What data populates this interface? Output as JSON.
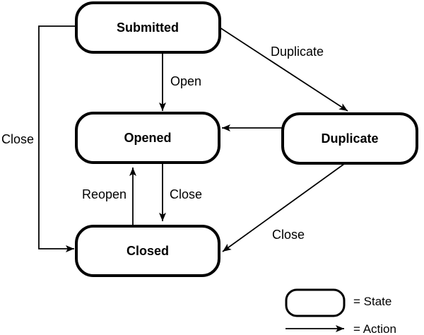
{
  "diagram": {
    "type": "state-transition-diagram",
    "nodes": {
      "submitted": {
        "label": "Submitted"
      },
      "opened": {
        "label": "Opened"
      },
      "duplicate": {
        "label": "Duplicate"
      },
      "closed": {
        "label": "Closed"
      }
    },
    "edges": {
      "close_left": {
        "label": "Close",
        "from": "Submitted",
        "to": "Closed"
      },
      "open": {
        "label": "Open",
        "from": "Submitted",
        "to": "Opened"
      },
      "duplicate": {
        "label": "Duplicate",
        "from": "Submitted",
        "to": "Duplicate"
      },
      "dup_opened": {
        "label": "",
        "from": "Duplicate",
        "to": "Opened"
      },
      "close_mid": {
        "label": "Close",
        "from": "Opened",
        "to": "Closed"
      },
      "reopen": {
        "label": "Reopen",
        "from": "Closed",
        "to": "Opened"
      },
      "close_right": {
        "label": "Close",
        "from": "Duplicate",
        "to": "Closed"
      }
    },
    "legend": {
      "state": "= State",
      "action": "= Action"
    },
    "colors": {
      "stroke": "#000000",
      "fill": "#ffffff",
      "background": "#ffffff"
    }
  }
}
